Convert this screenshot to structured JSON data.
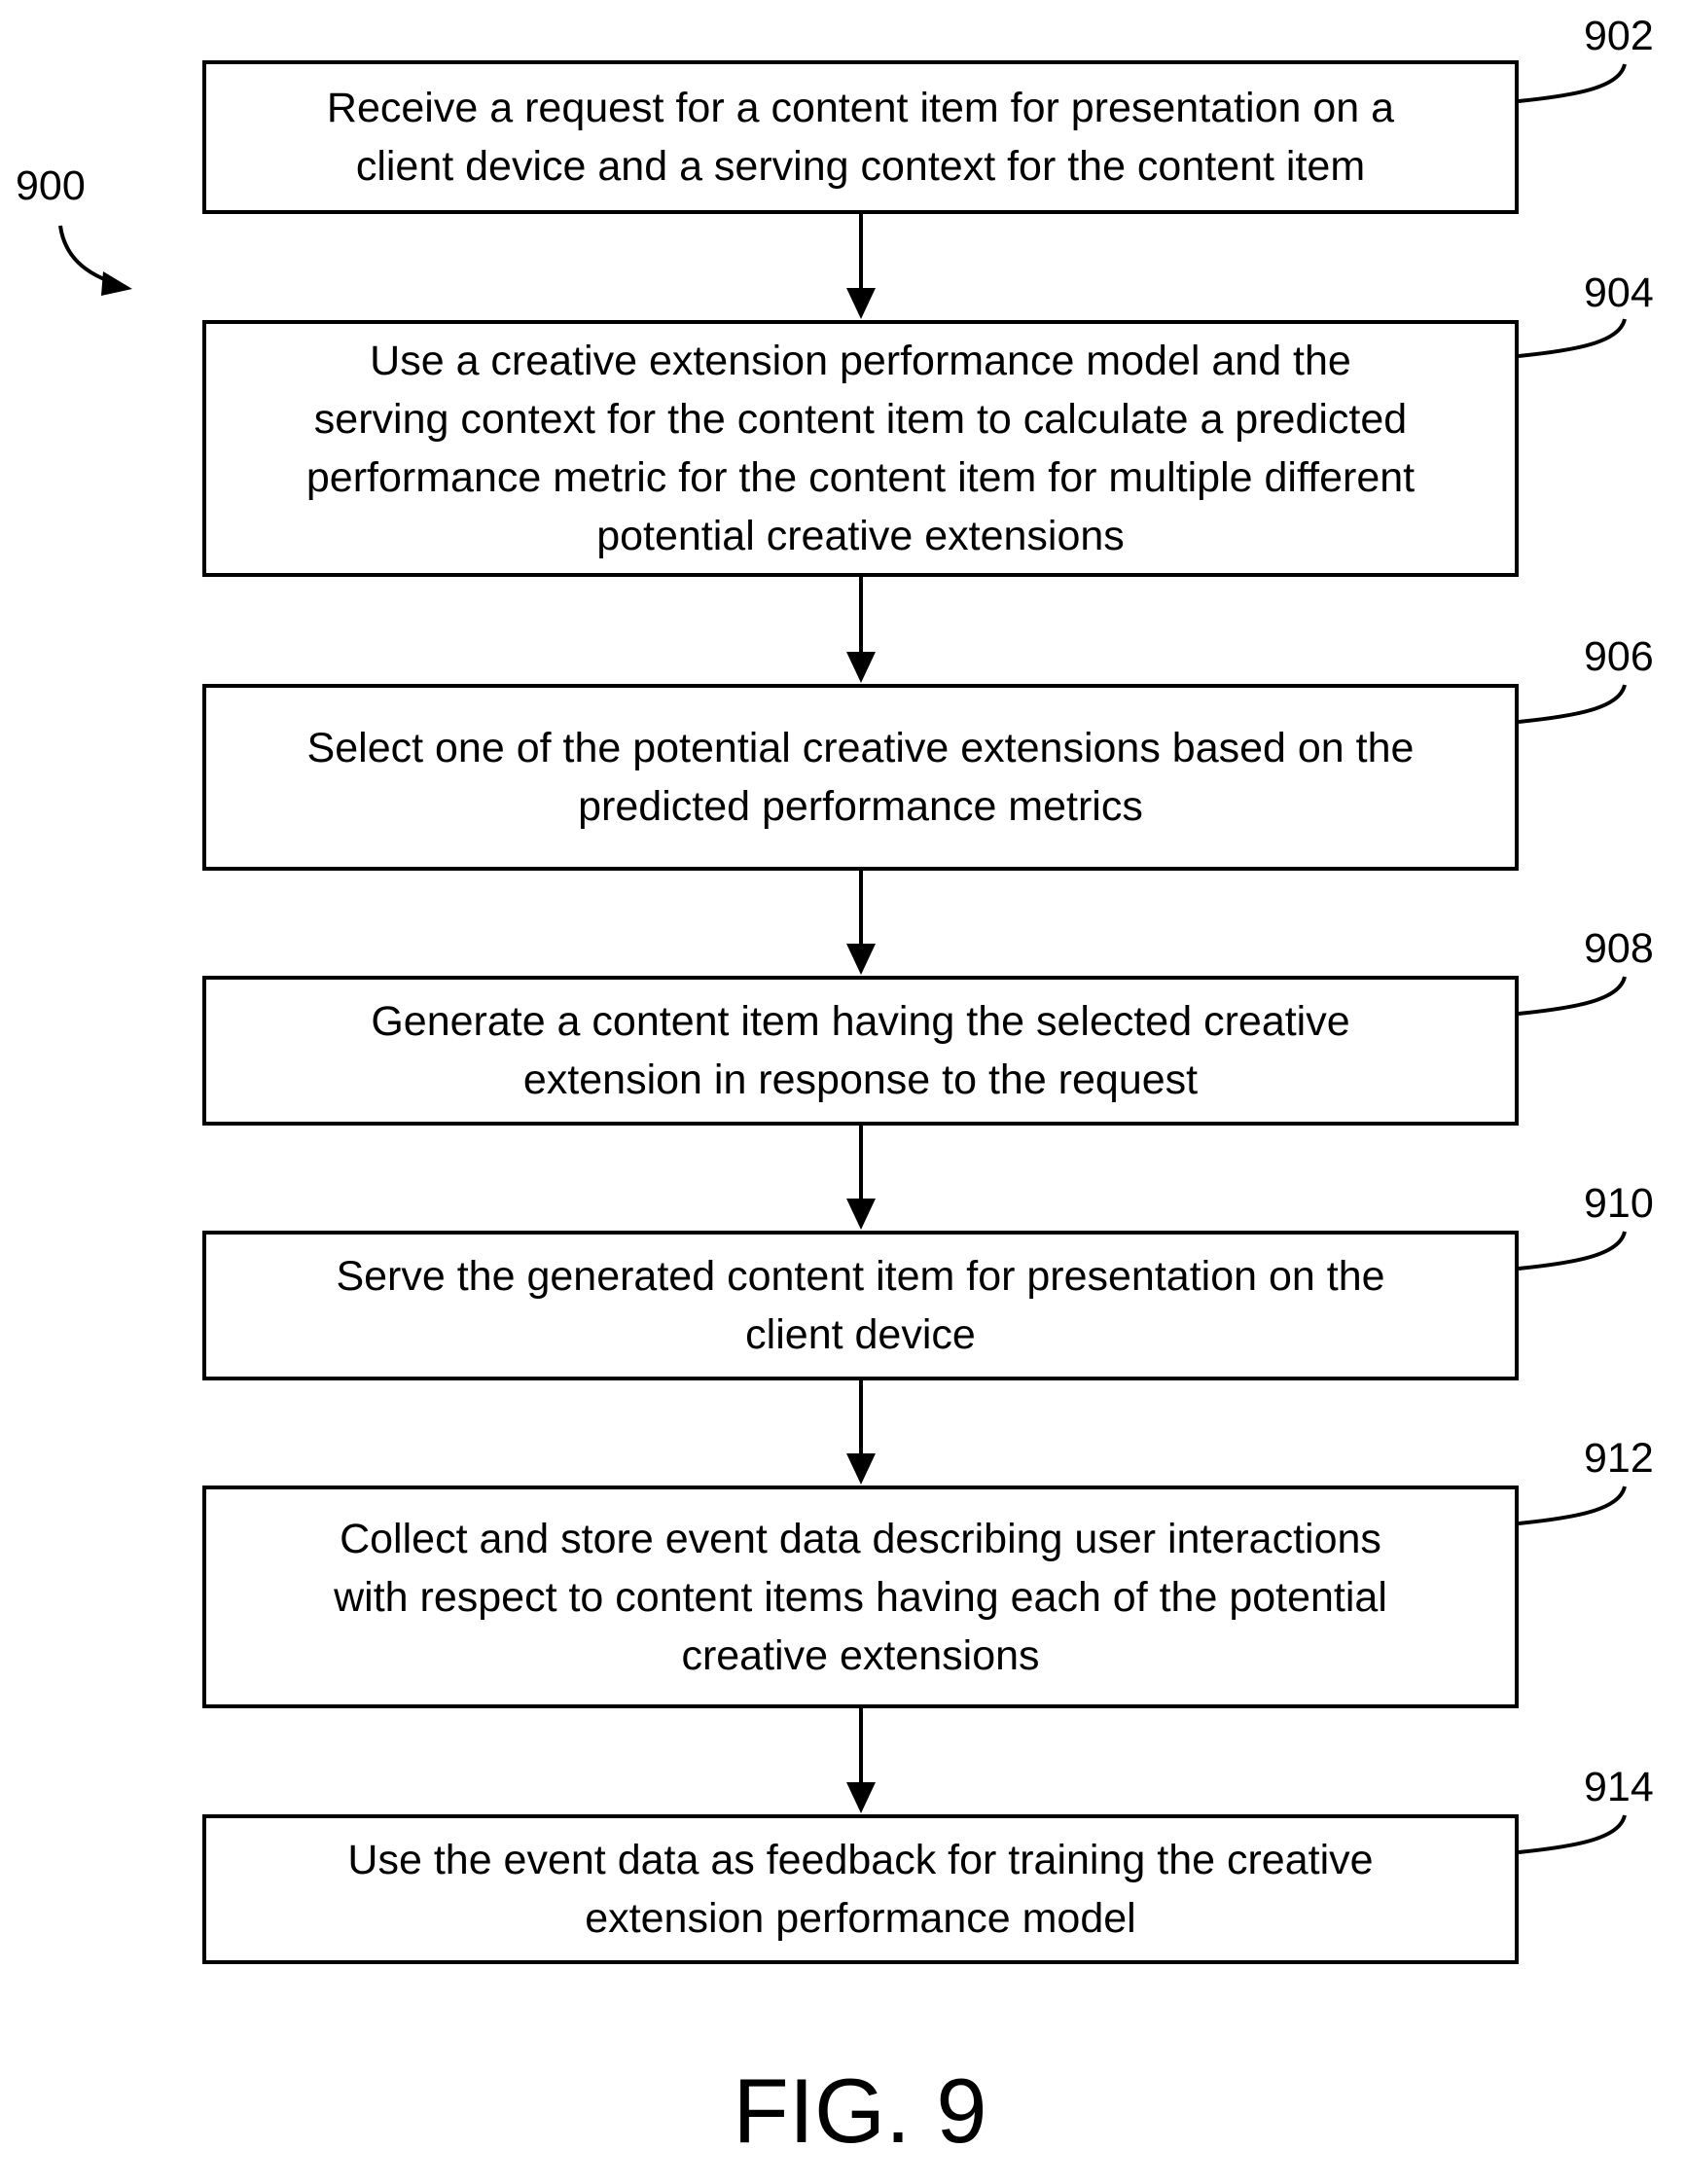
{
  "figure": {
    "number_label": "900",
    "caption": "FIG. 9"
  },
  "steps": [
    {
      "ref": "902",
      "text": "Receive a request for a content item for presentation on a\nclient device and a serving context for the content item"
    },
    {
      "ref": "904",
      "text": "Use a creative extension performance model and the\nserving context for the content item to calculate a predicted\nperformance metric for the content item for multiple different\npotential creative extensions"
    },
    {
      "ref": "906",
      "text": "Select one of the potential creative extensions based on the\npredicted performance metrics"
    },
    {
      "ref": "908",
      "text": "Generate a content item having the selected creative\nextension in response to the request"
    },
    {
      "ref": "910",
      "text": "Serve the generated content item for presentation on the\nclient device"
    },
    {
      "ref": "912",
      "text": "Collect and store event data describing user interactions\nwith respect to content items having each of the potential\ncreative extensions"
    },
    {
      "ref": "914",
      "text": "Use the event data as feedback for training the creative\nextension performance model"
    }
  ]
}
